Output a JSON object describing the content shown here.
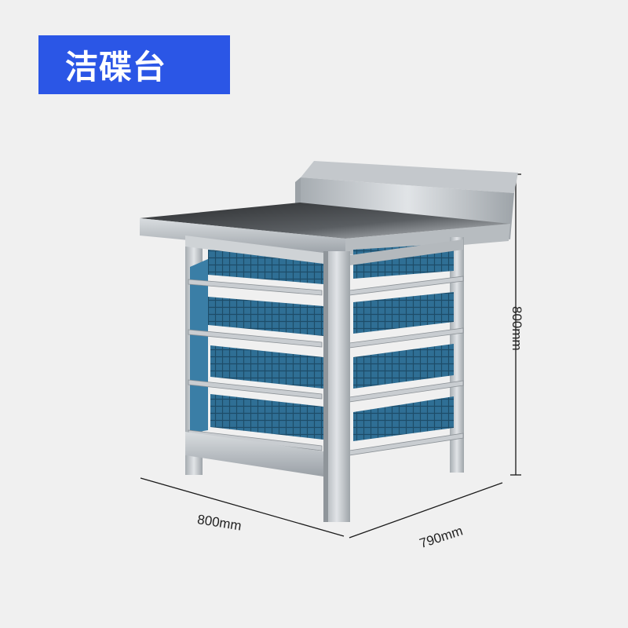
{
  "title": "洁碟台",
  "dimensions": {
    "width": "800mm",
    "depth": "790mm",
    "height": "800mm"
  },
  "colors": {
    "banner": "#2b56e6",
    "background": "#f0f0f0",
    "steel": "#b9bec3",
    "rack": "#2f6f95"
  }
}
